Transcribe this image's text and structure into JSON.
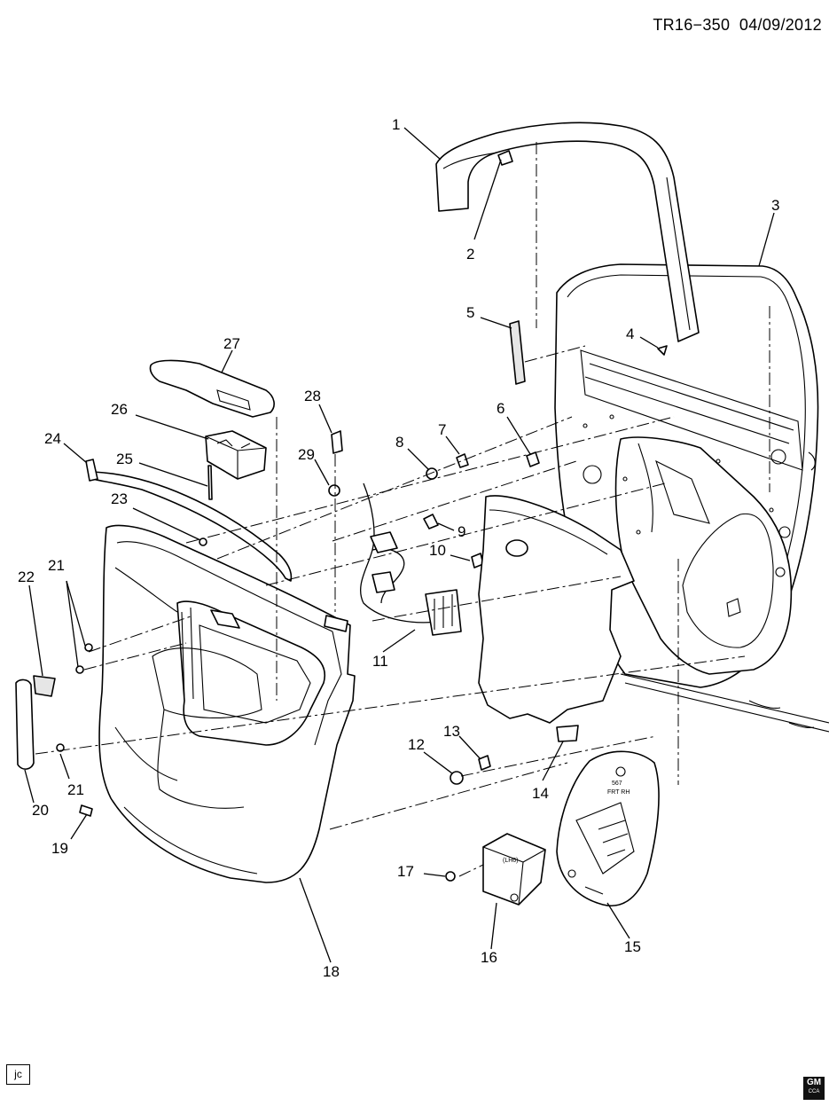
{
  "header": {
    "illustration_id": "TR16−350",
    "date": "04/09/2012"
  },
  "footer": {
    "artist_initials": "jc",
    "logo_text": "GM",
    "logo_subtext": "CCA"
  },
  "callouts": {
    "c1": "1",
    "c2": "2",
    "c3": "3",
    "c4": "4",
    "c5": "5",
    "c6": "6",
    "c7": "7",
    "c8": "8",
    "c9": "9",
    "c10": "10",
    "c11": "11",
    "c12": "12",
    "c13": "13",
    "c14": "14",
    "c15": "15",
    "c16": "16",
    "c17": "17",
    "c18": "18",
    "c19": "19",
    "c20": "20",
    "c21a": "21",
    "c21b": "21",
    "c22": "22",
    "c23": "23",
    "c24": "24",
    "c25": "25",
    "c26": "26",
    "c27": "27",
    "c28": "28",
    "c29": "29"
  },
  "part_markings": {
    "deflector_stamp_line1": "567",
    "deflector_stamp_line2": "FRT RH",
    "module_stamp": "(LH6)"
  }
}
